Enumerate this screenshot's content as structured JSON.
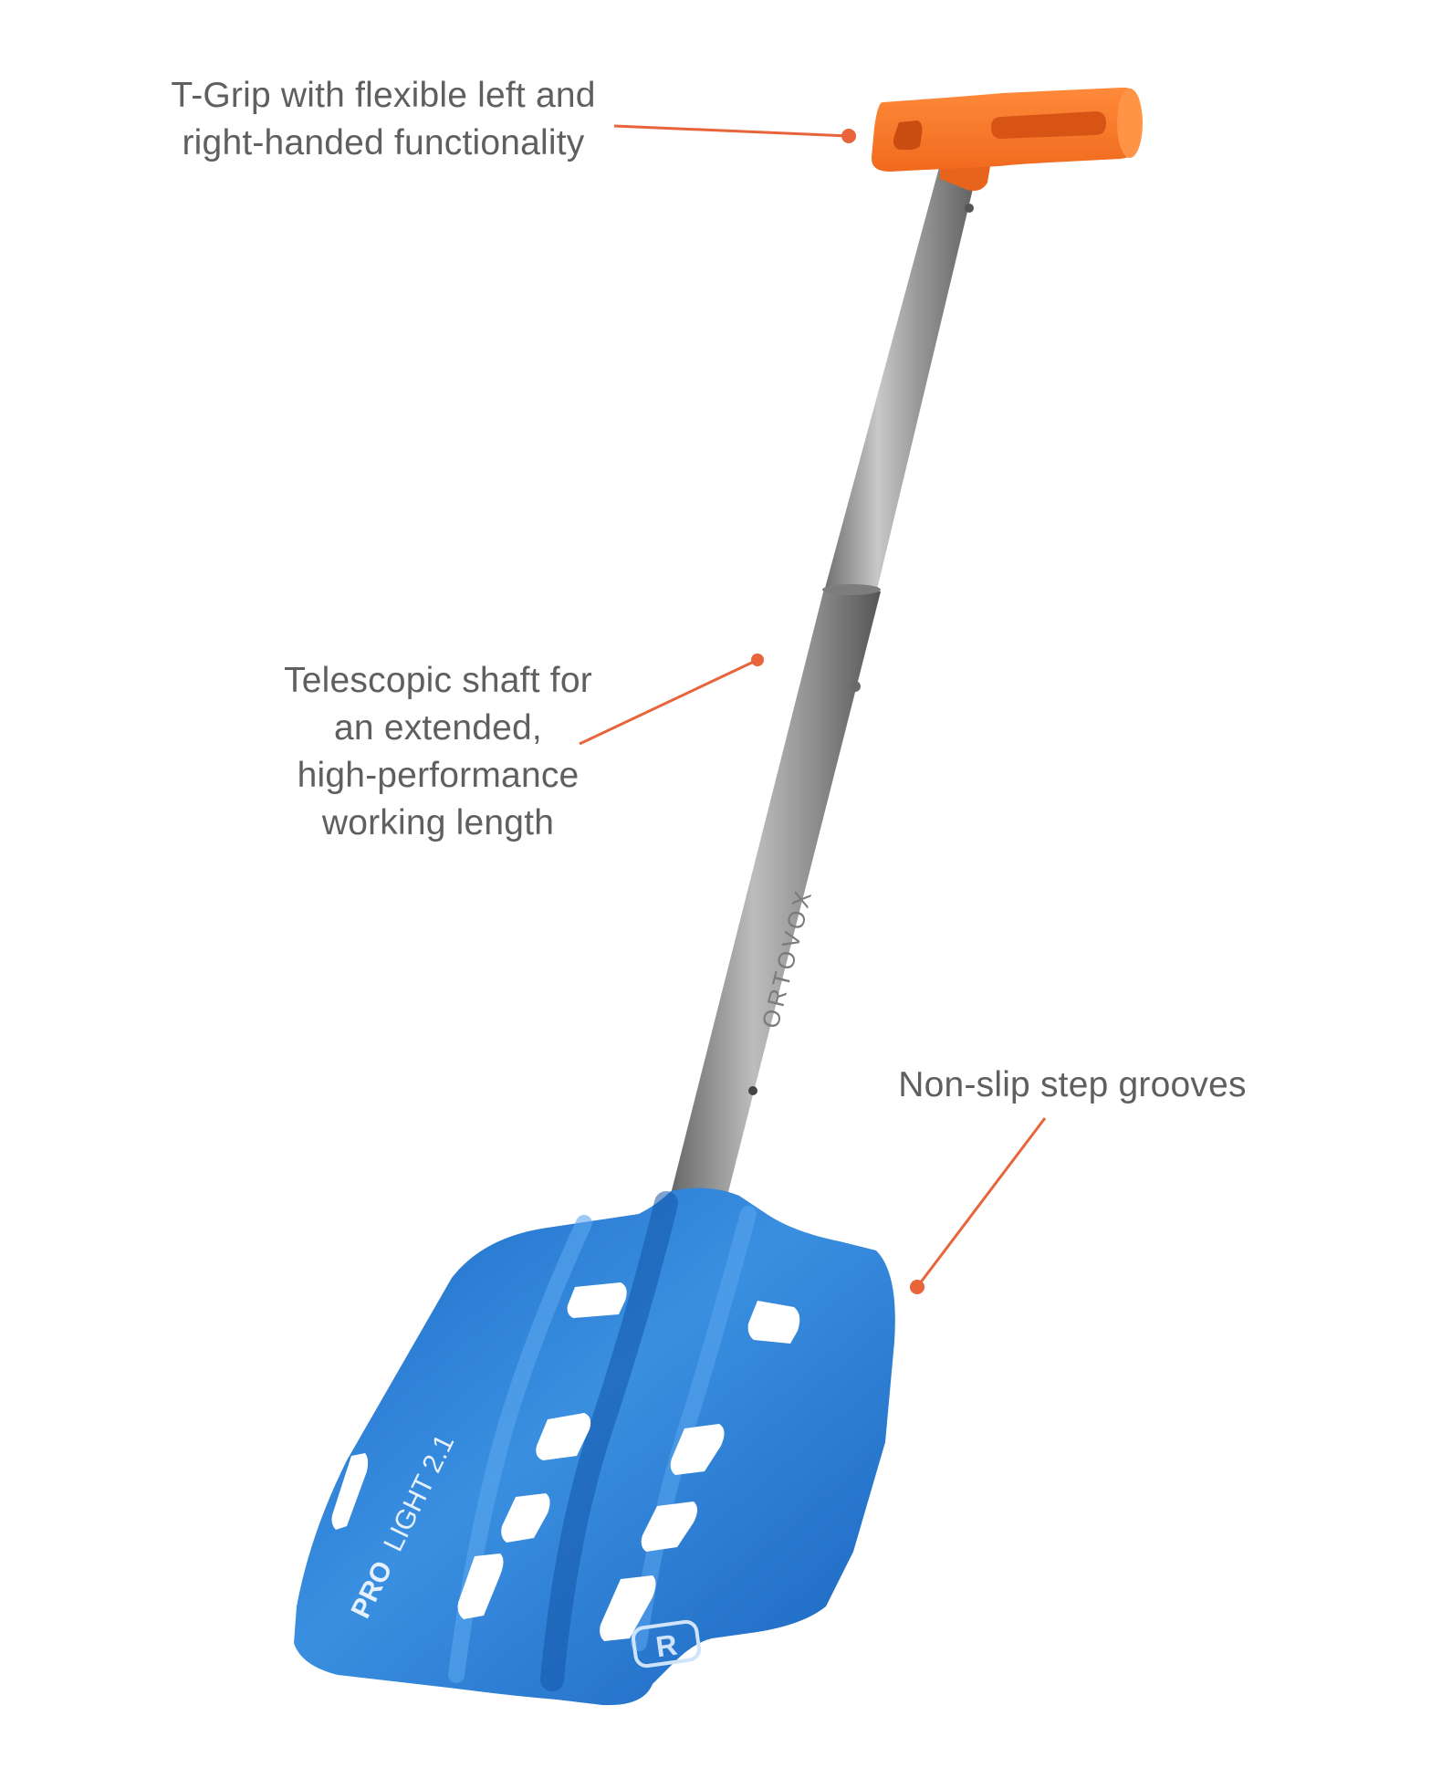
{
  "callouts": {
    "tgrip": {
      "lines": [
        "T-Grip with flexible left and",
        "right-handed functionality"
      ]
    },
    "shaft": {
      "lines": [
        "Telescopic shaft for",
        "an extended,",
        "high-performance",
        "working length"
      ]
    },
    "grooves": {
      "lines": [
        "Non-slip step grooves"
      ]
    }
  },
  "product": {
    "shaft_brand": "ORTOVOX",
    "blade_model_bold": "PRO",
    "blade_model_light": "LIGHT 2.1",
    "logo_mark": "R"
  },
  "colors": {
    "handle": "#ff7a2a",
    "handle_shadow": "#e4641a",
    "shaft": "#9a9a9a",
    "blade": "#2d7fd6",
    "blade_dark": "#155fb8",
    "callout_line": "#e8643a",
    "callout_text": "#5f5f5f"
  }
}
